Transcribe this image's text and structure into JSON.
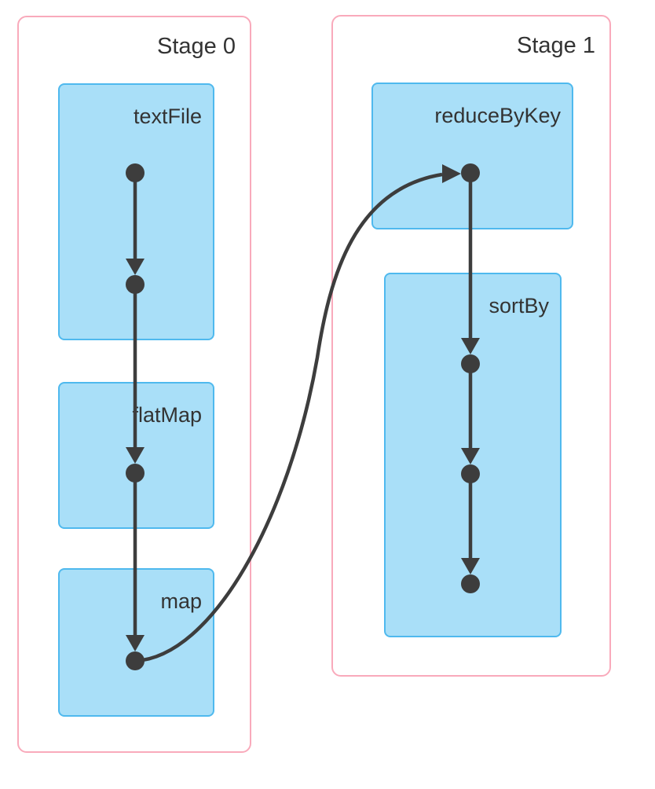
{
  "diagram": {
    "kind": "dag",
    "stages": [
      {
        "label": "Stage 0",
        "operations": [
          {
            "name": "textFile",
            "rdd_dots": 2
          },
          {
            "name": "flatMap",
            "rdd_dots": 1
          },
          {
            "name": "map",
            "rdd_dots": 1
          }
        ]
      },
      {
        "label": "Stage 1",
        "operations": [
          {
            "name": "reduceByKey",
            "rdd_dots": 1
          },
          {
            "name": "sortBy",
            "rdd_dots": 3
          }
        ]
      }
    ],
    "edges": [
      {
        "from": "textFile",
        "to": "flatMap"
      },
      {
        "from": "flatMap",
        "to": "map"
      },
      {
        "from": "map",
        "to": "reduceByKey",
        "type": "shuffle"
      },
      {
        "from": "reduceByKey",
        "to": "sortBy"
      }
    ],
    "colors": {
      "stage_border": "#F9AABB",
      "node_fill": "#A9DFF8",
      "node_border": "#4FB9EE",
      "edge": "#3D3D3D",
      "text": "#333333",
      "background": "#FFFFFF"
    }
  }
}
